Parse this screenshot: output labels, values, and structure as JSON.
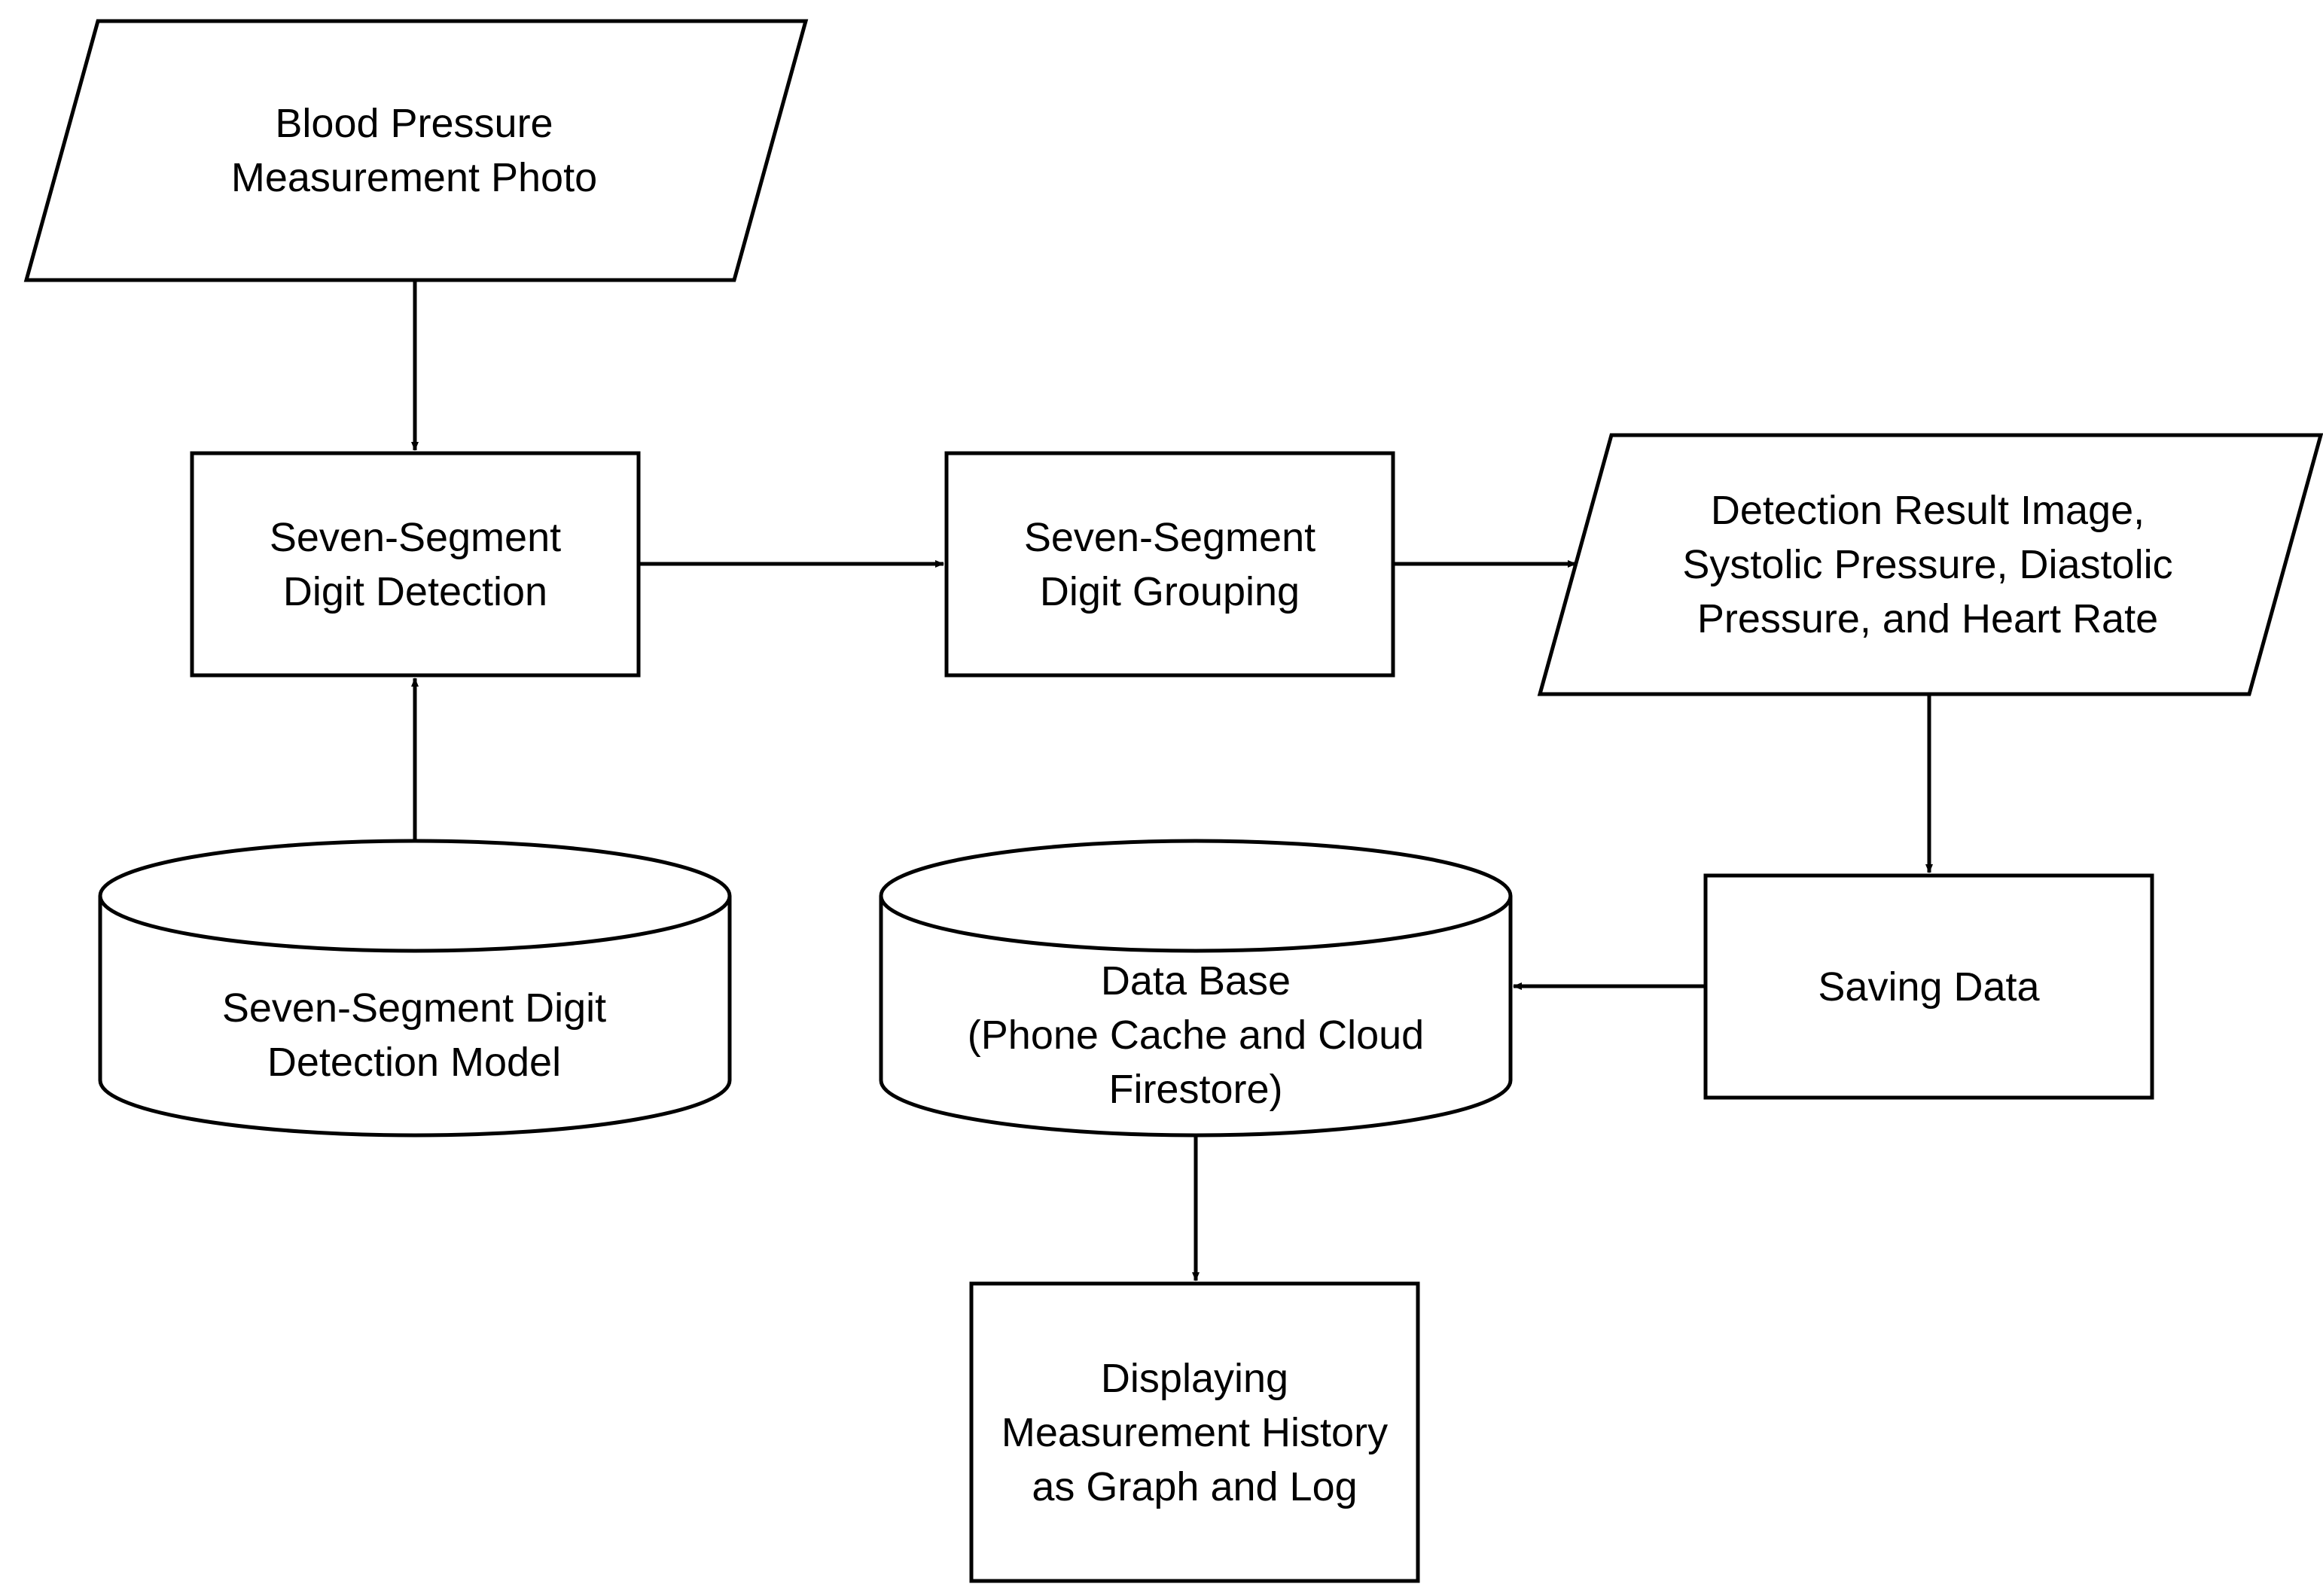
{
  "nodes": {
    "bp_photo": {
      "label": "Blood Pressure\nMeasurement Photo"
    },
    "digit_detection": {
      "label": "Seven-Segment\nDigit Detection"
    },
    "digit_grouping": {
      "label": "Seven-Segment\nDigit Grouping"
    },
    "detection_result": {
      "label": "Detection Result Image,\nSystolic Pressure, Diastolic\nPressure, and Heart Rate"
    },
    "detection_model": {
      "label": "Seven-Segment Digit\nDetection Model"
    },
    "database": {
      "label": "Data Base\n(Phone Cache and Cloud\nFirestore)"
    },
    "saving_data": {
      "label": "Saving Data"
    },
    "display_history": {
      "label": "Displaying\nMeasurement History\nas Graph and Log"
    }
  },
  "colors": {
    "stroke": "#000000",
    "fill": "#ffffff",
    "text": "#000000"
  }
}
